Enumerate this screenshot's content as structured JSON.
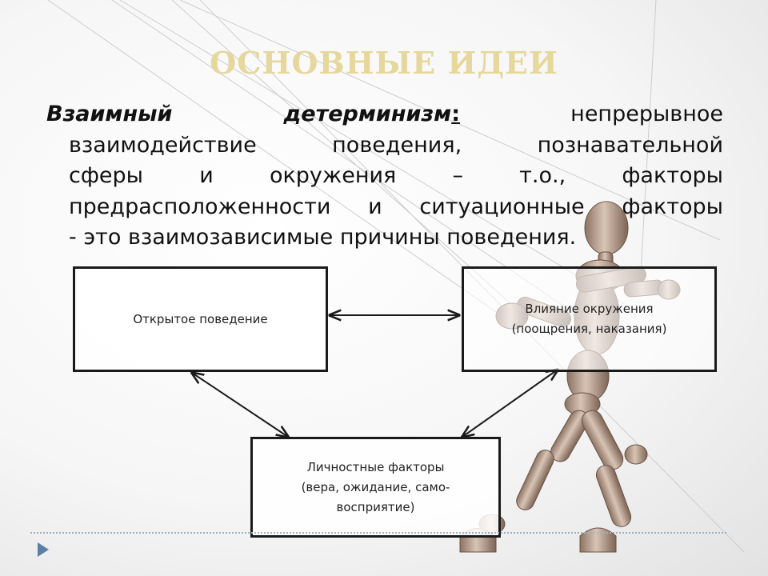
{
  "slide": {
    "title": "ОСНОВНЫЕ ИДЕИ",
    "term": "Взаимный детерминизм",
    "colon": ":",
    "lines": [
      "непрерывное",
      "взаимодействие поведения, познавательной",
      "сферы и окружения – т.о., факторы",
      "предрасположенности и ситуационные факторы",
      "- это взаимозависимые причины поведения."
    ]
  },
  "diagram": {
    "boxes": {
      "overt_behavior": {
        "line1": "Открытое поведение"
      },
      "environment": {
        "line1": "Влияние окружения",
        "line2": "(поощрения, наказания)"
      },
      "personal": {
        "line1": "Личностные факторы",
        "line2": "(вера, ожидание, само-",
        "line3": "восприятие)"
      }
    }
  },
  "colors": {
    "title": "#e6d79d",
    "text": "#111111",
    "box_border": "#1a1a1a",
    "nav_arrow": "#5b7fa6"
  },
  "icons": {
    "nav": "triangle-right-icon",
    "figure": "wooden-mannequin-illustration"
  }
}
